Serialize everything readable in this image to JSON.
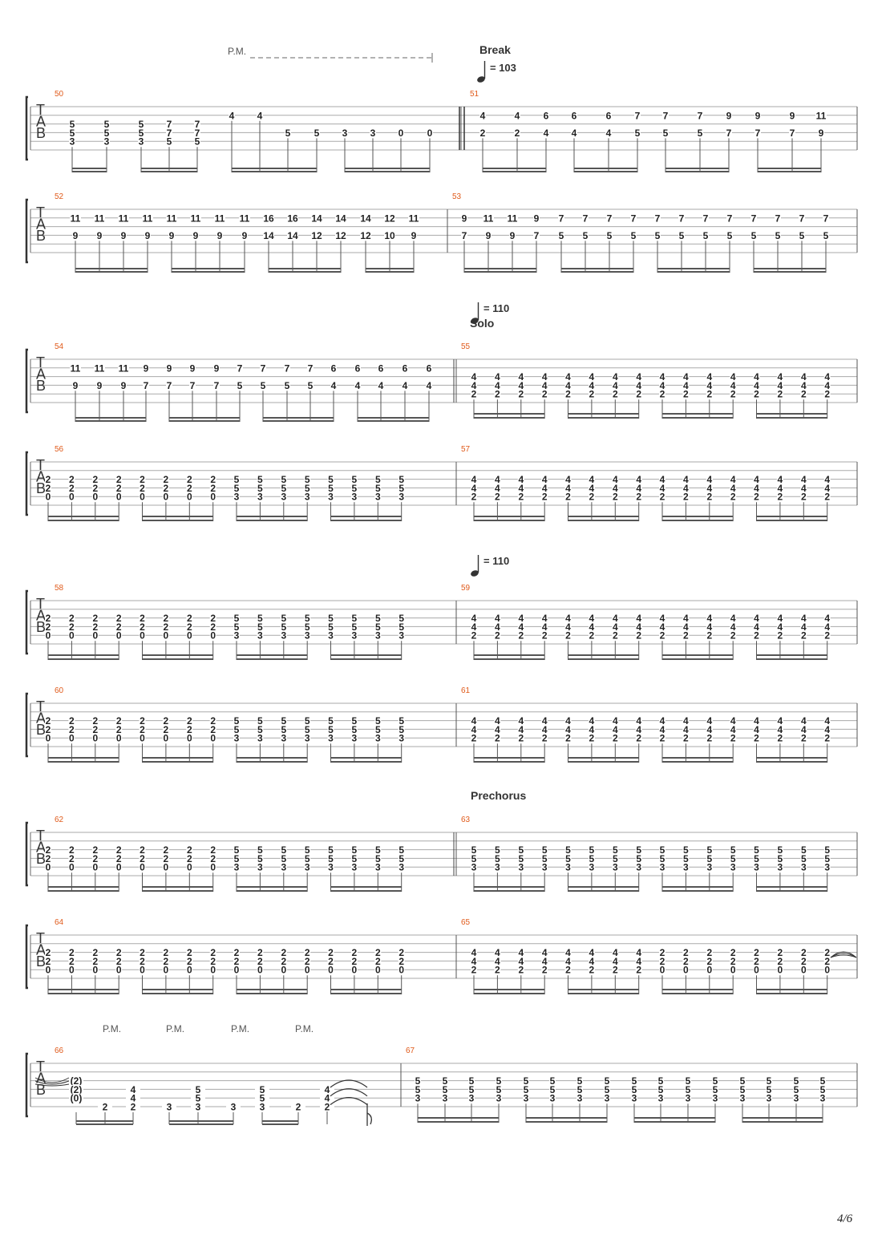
{
  "page": {
    "number": "4/6"
  },
  "annotations": {
    "break": "Break",
    "solo": "Solo",
    "prechorus": "Prechorus",
    "pm": "P.M.",
    "tempo_103": "= 103",
    "tempo_110": "= 110",
    "tab_letters": [
      "T",
      "A",
      "B"
    ]
  },
  "bars": [
    {
      "number": "50"
    },
    {
      "number": "51"
    },
    {
      "number": "52"
    },
    {
      "number": "53"
    },
    {
      "number": "54"
    },
    {
      "number": "55"
    },
    {
      "number": "56"
    },
    {
      "number": "57"
    },
    {
      "number": "58"
    },
    {
      "number": "59"
    },
    {
      "number": "60"
    },
    {
      "number": "61"
    },
    {
      "number": "62"
    },
    {
      "number": "63"
    },
    {
      "number": "64"
    },
    {
      "number": "65"
    },
    {
      "number": "66"
    },
    {
      "number": "67"
    }
  ],
  "bar_notes": {
    "50": [
      [
        "",
        "5",
        "5",
        "3"
      ],
      [
        "",
        "5",
        "5",
        "3"
      ],
      [
        "",
        "5",
        "5",
        "3"
      ],
      [
        "",
        "7",
        "7",
        "5"
      ],
      [
        "",
        "7",
        "7",
        "5"
      ],
      [
        "4",
        "",
        "",
        ""
      ],
      [
        "4",
        "",
        "",
        ""
      ],
      [
        "",
        "",
        "5",
        ""
      ],
      [
        "",
        "",
        "5",
        ""
      ],
      [
        "",
        "",
        "3",
        ""
      ],
      [
        "",
        "",
        "3",
        ""
      ],
      [
        "",
        "",
        "0",
        ""
      ],
      [
        "",
        "",
        "0",
        ""
      ]
    ],
    "51": [
      [
        "4",
        "",
        "2"
      ],
      [
        "4",
        "",
        "2"
      ],
      [
        "6",
        "",
        "4"
      ],
      [
        "6",
        "",
        "4"
      ],
      [
        "6",
        "",
        "4"
      ],
      [
        "7",
        "",
        "5"
      ],
      [
        "7",
        "",
        "5"
      ],
      [
        "7",
        "",
        "5"
      ],
      [
        "9",
        "",
        "7"
      ],
      [
        "9",
        "",
        "7"
      ],
      [
        "9",
        "",
        "7"
      ],
      [
        "11",
        "",
        "9"
      ]
    ],
    "52": [
      [
        "11",
        "",
        "9"
      ],
      [
        "11",
        "",
        "9"
      ],
      [
        "11",
        "",
        "9"
      ],
      [
        "11",
        "",
        "9"
      ],
      [
        "11",
        "",
        "9"
      ],
      [
        "11",
        "",
        "9"
      ],
      [
        "11",
        "",
        "9"
      ],
      [
        "11",
        "",
        "9"
      ],
      [
        "16",
        "",
        "14"
      ],
      [
        "16",
        "",
        "14"
      ],
      [
        "14",
        "",
        "12"
      ],
      [
        "14",
        "",
        "12"
      ],
      [
        "14",
        "",
        "12"
      ],
      [
        "12",
        "",
        "10"
      ],
      [
        "11",
        "",
        "9"
      ]
    ],
    "53": [
      [
        "9",
        "",
        "7"
      ],
      [
        "11",
        "",
        "9"
      ],
      [
        "11",
        "",
        "9"
      ],
      [
        "9",
        "",
        "7"
      ],
      [
        "7",
        "",
        "5"
      ],
      [
        "7",
        "",
        "5"
      ],
      [
        "7",
        "",
        "5"
      ],
      [
        "7",
        "",
        "5"
      ],
      [
        "7",
        "",
        "5"
      ],
      [
        "7",
        "",
        "5"
      ],
      [
        "7",
        "",
        "5"
      ],
      [
        "7",
        "",
        "5"
      ],
      [
        "7",
        "",
        "5"
      ],
      [
        "7",
        "",
        "5"
      ],
      [
        "7",
        "",
        "5"
      ],
      [
        "7",
        "",
        "5"
      ]
    ],
    "54": [
      [
        "11",
        "",
        "9"
      ],
      [
        "11",
        "",
        "9"
      ],
      [
        "11",
        "",
        "9"
      ],
      [
        "9",
        "",
        "7"
      ],
      [
        "9",
        "",
        "7"
      ],
      [
        "9",
        "",
        "7"
      ],
      [
        "9",
        "",
        "7"
      ],
      [
        "7",
        "",
        "5"
      ],
      [
        "7",
        "",
        "5"
      ],
      [
        "7",
        "",
        "5"
      ],
      [
        "7",
        "",
        "5"
      ],
      [
        "6",
        "",
        "4"
      ],
      [
        "6",
        "",
        "4"
      ],
      [
        "6",
        "",
        "4"
      ],
      [
        "6",
        "",
        "4"
      ],
      [
        "6",
        "",
        "4"
      ]
    ]
  }
}
